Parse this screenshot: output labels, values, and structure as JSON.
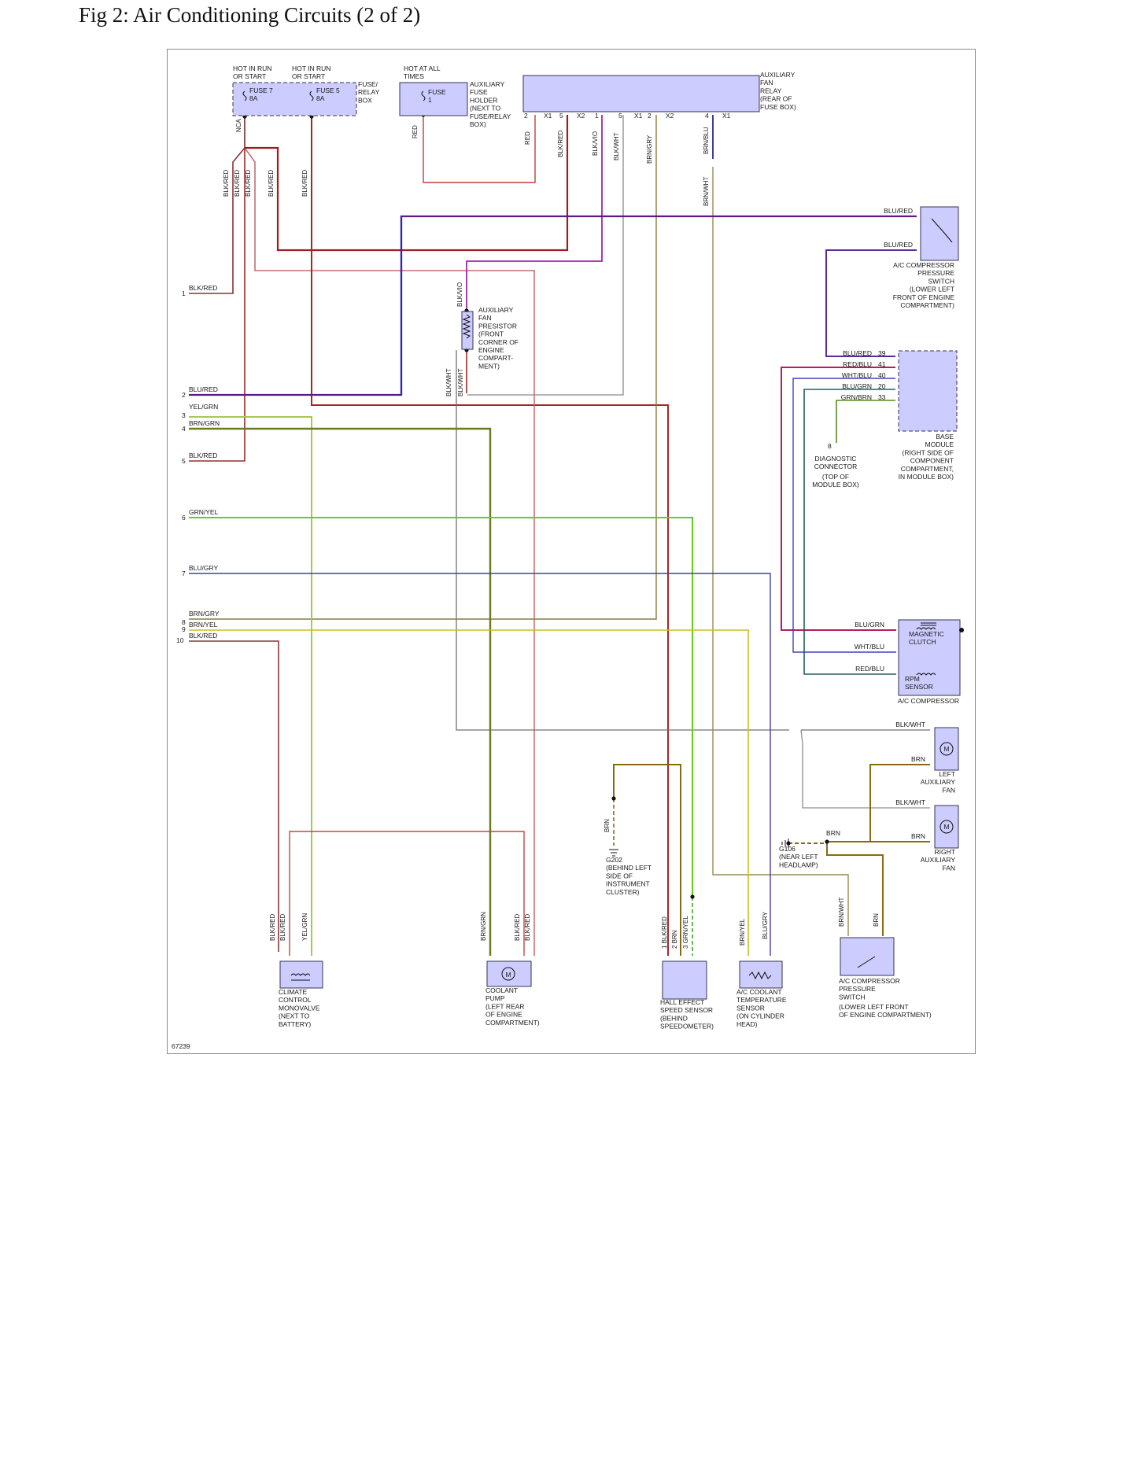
{
  "page": {
    "title": "Fig 2: Air Conditioning Circuits (2 of 2)",
    "figure_id": "67239"
  },
  "labels": {
    "hot_run_start_a": [
      "HOT IN RUN",
      "OR START"
    ],
    "hot_run_start_b": [
      "HOT IN RUN",
      "OR START"
    ],
    "hot_all_times": [
      "HOT AT ALL",
      "TIMES"
    ],
    "fuse7": [
      "FUSE 7",
      "8A"
    ],
    "fuse5": [
      "FUSE 5",
      "8A"
    ],
    "fuse_relay_box": [
      "FUSE/",
      "RELAY",
      "BOX"
    ],
    "fuse1": [
      "FUSE",
      "1"
    ],
    "aux_fuse_holder": [
      "AUXILIARY",
      "FUSE",
      "HOLDER",
      "(NEXT TO",
      "FUSE/RELAY",
      "BOX)"
    ],
    "aux_fan_relay": [
      "AUXILIARY",
      "FAN",
      "RELAY",
      "(REAR OF",
      "FUSE BOX)"
    ],
    "nca": "NCA",
    "ac_press_switch_upper": [
      "A/C COMPRESSOR",
      "PRESSURE",
      "SWITCH",
      "(LOWER LEFT",
      "FRONT OF ENGINE",
      "COMPARTMENT)"
    ],
    "aux_fan_presistor": [
      "AUXILIARY",
      "FAN",
      "PRESISTOR",
      "(FRONT",
      "CORNER OF",
      "ENGINE",
      "COMPART-",
      "MENT)"
    ],
    "base_module": [
      "BASE",
      "MODULE",
      "(RIGHT SIDE OF",
      "COMPONENT",
      "COMPARTMENT,",
      "IN MODULE BOX)"
    ],
    "diag_connector": [
      "DIAGNOSTIC",
      "CONNECTOR",
      "(TOP OF",
      "MODULE BOX)"
    ],
    "diag_pin": "8",
    "magnetic_clutch": [
      "MAGNETIC",
      "CLUTCH"
    ],
    "rpm_sensor": [
      "RPM",
      "SENSOR"
    ],
    "ac_compressor": "A/C COMPRESSOR",
    "left_aux_fan": [
      "LEFT",
      "AUXILIARY",
      "FAN"
    ],
    "right_aux_fan": [
      "RIGHT",
      "AUXILIARY",
      "FAN"
    ],
    "g106": [
      "G106",
      "(NEAR LEFT",
      "HEADLAMP)"
    ],
    "g202": [
      "G202",
      "(BEHIND LEFT",
      "SIDE OF",
      "INSTRUMENT",
      "CLUSTER)"
    ],
    "climate_monovalve": [
      "CLIMATE",
      "CONTROL",
      "MONOVALVE",
      "(NEXT TO",
      "BATTERY)"
    ],
    "coolant_pump": [
      "COOLANT",
      "PUMP",
      "(LEFT REAR",
      "OF ENGINE",
      "COMPARTMENT)"
    ],
    "hall_sensor": [
      "HALL EFFECT",
      "SPEED SENSOR",
      "(BEHIND",
      "SPEEDOMETER)"
    ],
    "coolant_temp_sensor": [
      "A/C COOLANT",
      "TEMPERATURE",
      "SENSOR",
      "(ON CYLINDER",
      "HEAD)"
    ],
    "ac_press_switch_lower": [
      "A/C COMPRESSOR",
      "PRESSURE",
      "SWITCH",
      "(LOWER LEFT FRONT",
      "OF ENGINE COMPARTMENT)"
    ],
    "motor_symbol": "M"
  },
  "relay_pins": [
    "2",
    "X1",
    "5",
    "X2",
    "1",
    "5",
    "X1",
    "2",
    "X2",
    "4",
    "X1"
  ],
  "base_pins": [
    {
      "wire": "BLU/RED",
      "pin": "39"
    },
    {
      "wire": "RED/BLU",
      "pin": "41"
    },
    {
      "wire": "WHT/BLU",
      "pin": "40"
    },
    {
      "wire": "BLU/GRN",
      "pin": "20"
    },
    {
      "wire": "GRN/BRN",
      "pin": "33"
    }
  ],
  "left_connector": [
    {
      "num": "1",
      "wire": "BLK/RED"
    },
    {
      "num": "2",
      "wire": "BLU/RED"
    },
    {
      "num": "3",
      "wire": "YEL/GRN"
    },
    {
      "num": "4",
      "wire": "BRN/GRN"
    },
    {
      "num": "5",
      "wire": "BLK/RED"
    },
    {
      "num": "6",
      "wire": "GRN/YEL"
    },
    {
      "num": "7",
      "wire": "BLU/GRY"
    },
    {
      "num": "8",
      "wire": "BRN/GRY"
    },
    {
      "num": "9",
      "wire": "BRN/YEL"
    },
    {
      "num": "10",
      "wire": "BLK/RED"
    }
  ],
  "wire_labels": {
    "red_a": "RED",
    "red_b": "RED",
    "blkred_relay": "BLK/RED",
    "blkvio_relay": "BLK/VIO",
    "blkwht_relay": "BLK/WHT",
    "brngry_relay": "BRN/GRY",
    "brnblu_relay": "BRN/BLU",
    "brnwht_relay": "BRN/WHT",
    "blkred_v1": "BLK/RED",
    "blkred_v2": "BLK/RED",
    "blkred_v3": "BLK/RED",
    "blkred_v4": "BLK/RED",
    "blkred_v5": "BLK/RED",
    "blured_top": "BLU/RED",
    "blured_mid": "BLU/RED",
    "blkvio_res": "BLK/VIO",
    "blkwht_res1": "BLK/WHT",
    "blkwht_res2": "BLK/WHT",
    "blugrn_clutch": "BLU/GRN",
    "whtblu_clutch": "WHT/BLU",
    "redblu_clutch": "RED/BLU",
    "blkwht_fanl": "BLK/WHT",
    "brn_fanl": "BRN",
    "blkwht_fanr": "BLK/WHT",
    "brn_fanr": "BRN",
    "brn_g106": "BRN",
    "brn_g202": "BRN",
    "mv_1": "BLK/RED",
    "mv_2": "BLK/RED",
    "mv_3": "YEL/GRN",
    "cp_1": "BRN/GRN",
    "cp_2": "BLK/RED",
    "cp_3": "BLK/RED",
    "hs_1": "1  BLK/RED",
    "hs_2": "2  BRN",
    "hs_3": "3  GRN/YEL",
    "ct_1": "BRN/YEL",
    "ct_2": "BLU/GRY",
    "ps_1": "BRN/WHT",
    "ps_2": "BRN"
  }
}
